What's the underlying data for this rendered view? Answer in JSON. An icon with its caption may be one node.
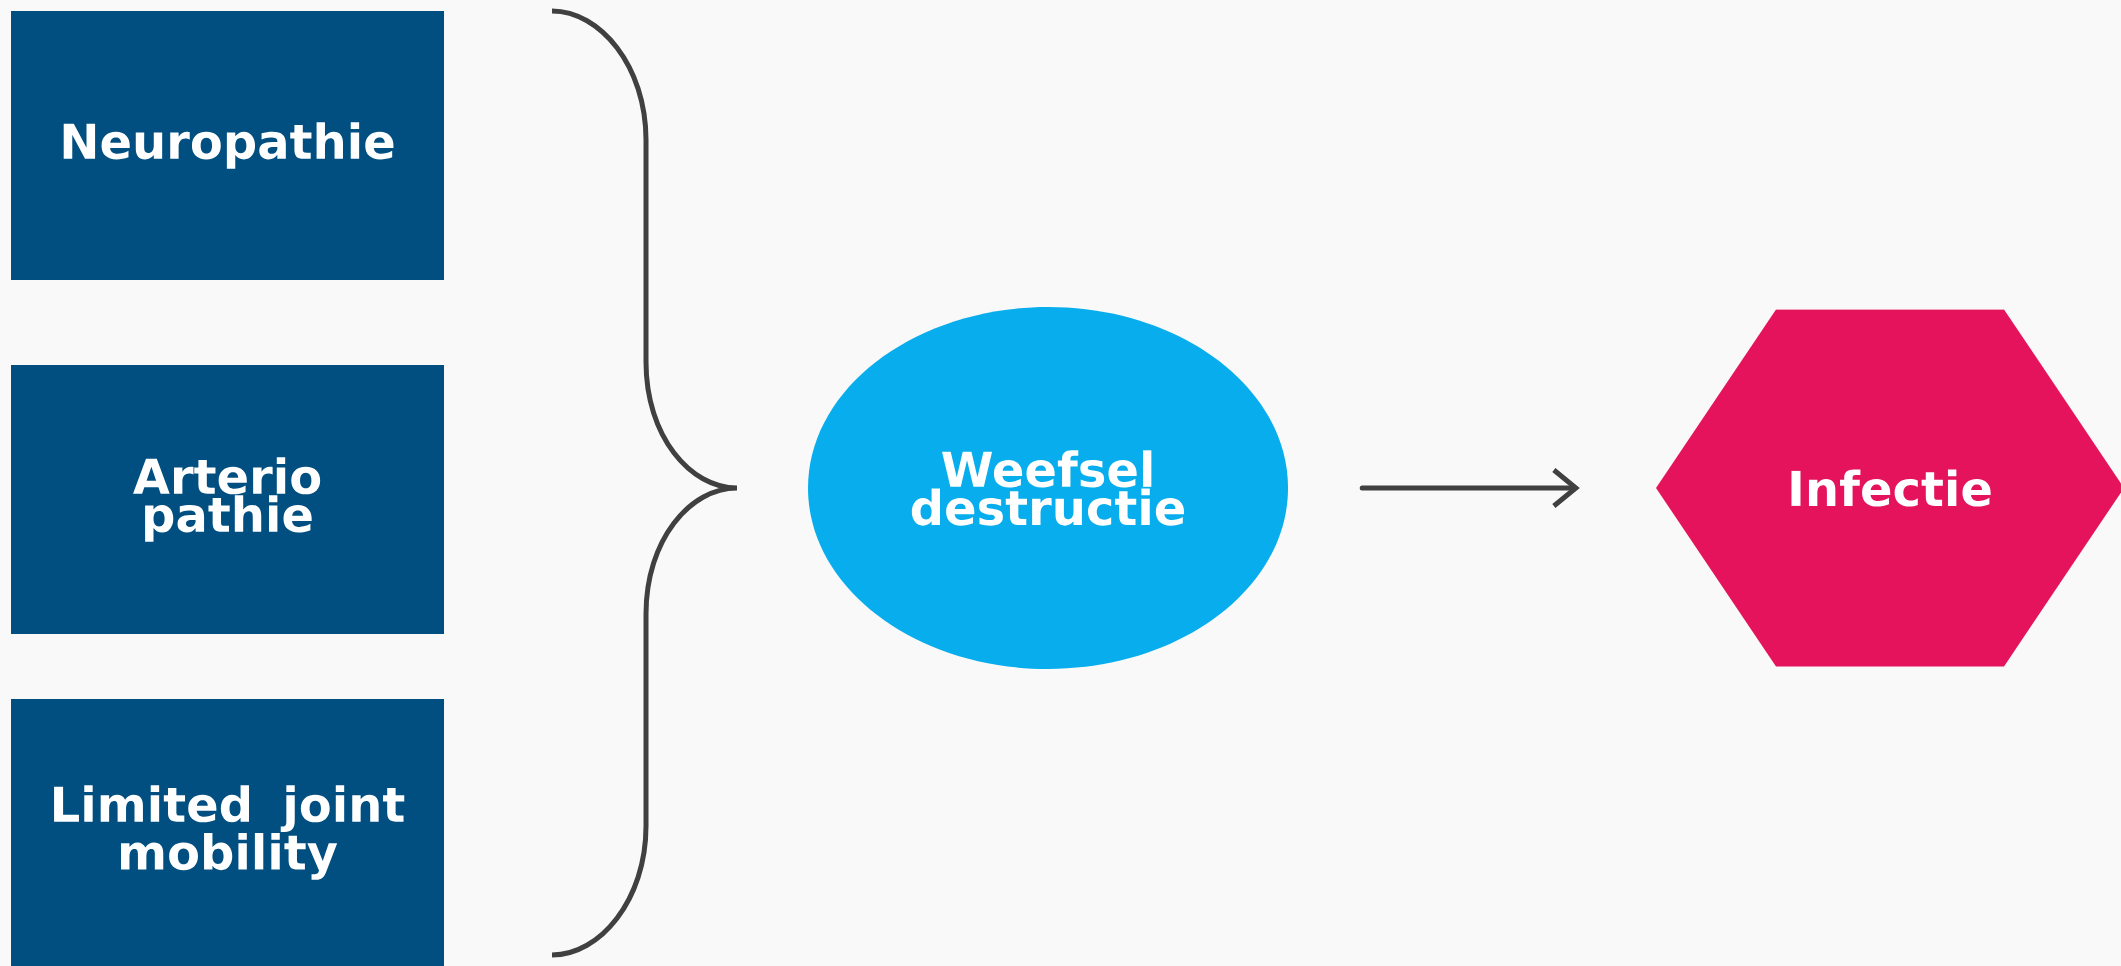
{
  "diagram": {
    "nodes": [
      {
        "text": [
          "Neuropathie"
        ]
      },
      {
        "text": [
          "Arterio pathie"
        ]
      },
      {
        "text": [
          "Limited joint mobility"
        ]
      },
      {
        "text": [
          "Weefsel destructie"
        ]
      },
      {
        "text": [
          "Infectie"
        ]
      }
    ],
    "edges": [
      {
        "from": 3,
        "to": 4,
        "arrow": "to"
      }
    ]
  }
}
